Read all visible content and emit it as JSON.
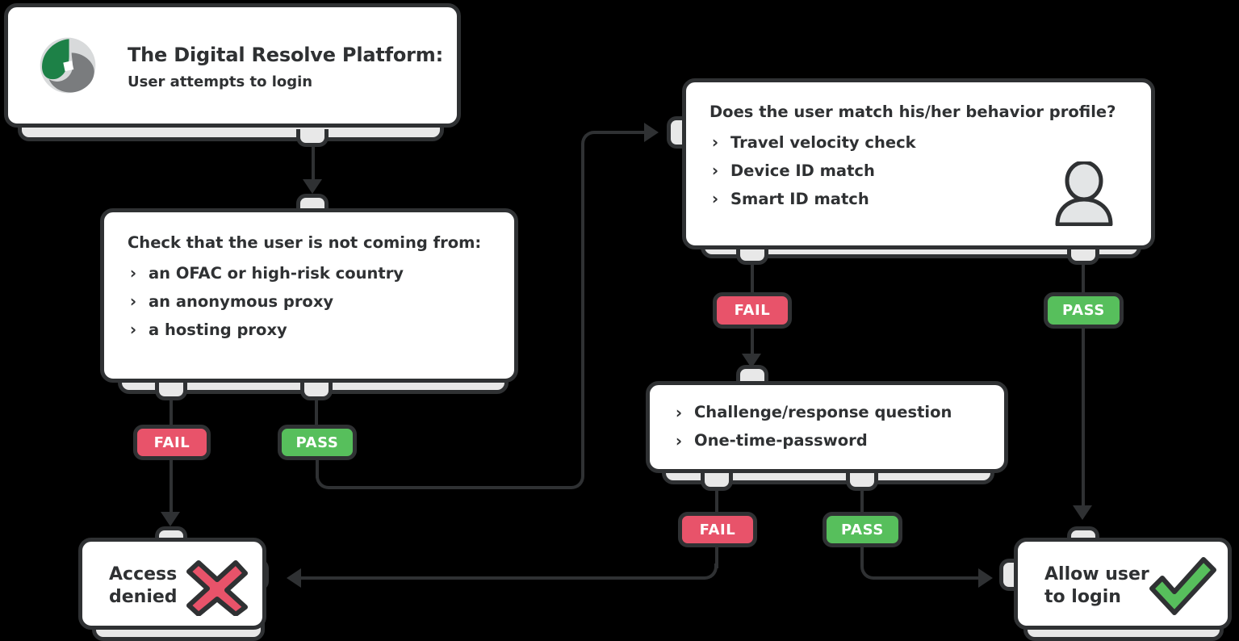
{
  "colors": {
    "background": "#000000",
    "card": "#ffffff",
    "shelf": "#e8e8e8",
    "outline": "#2f3133",
    "fail": "#e8536a",
    "pass": "#57bf5c",
    "logo_green": "#1d8147",
    "logo_gray": "#7a7c7e",
    "logo_light": "#d8dadb",
    "check_green": "#57bf5c",
    "cross_red": "#e8536a"
  },
  "labels": {
    "fail": "FAIL",
    "pass": "PASS",
    "chevron": "›"
  },
  "nodes": {
    "start": {
      "title": "The Digital Resolve Platform:",
      "subtitle": "User attempts to login",
      "logo_icon": "digital-resolve-logo"
    },
    "geo_check": {
      "heading": "Check that the user is not coming from:",
      "bullets": [
        "an OFAC or high-risk country",
        "an anonymous proxy",
        "a hosting proxy"
      ]
    },
    "behavior": {
      "heading": "Does the user match his/her behavior profile?",
      "bullets": [
        "Travel velocity check",
        "Device ID match",
        "Smart ID match"
      ],
      "person_icon": "user-silhouette-icon"
    },
    "stepup": {
      "bullets": [
        "Challenge/response question",
        "One-time-password"
      ]
    },
    "denied": {
      "line1": "Access",
      "line2": "denied",
      "icon": "red-cross-icon"
    },
    "allowed": {
      "line1": "Allow user",
      "line2": "to login",
      "icon": "green-check-icon"
    }
  },
  "edges": {
    "geo_fail": "FAIL",
    "geo_pass": "PASS",
    "behavior_fail": "FAIL",
    "behavior_pass": "PASS",
    "stepup_fail": "FAIL",
    "stepup_pass": "PASS"
  }
}
